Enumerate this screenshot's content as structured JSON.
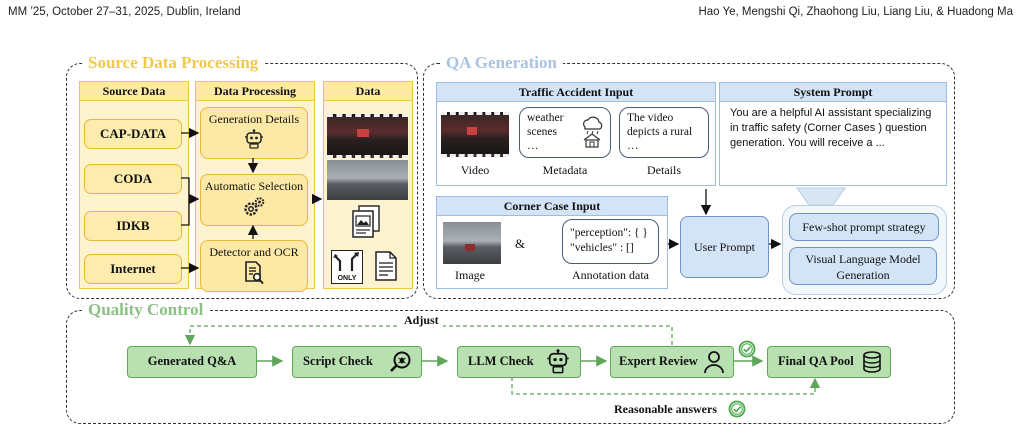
{
  "header": {
    "left": "MM ’25, October 27–31, 2025, Dublin, Ireland",
    "right": "Hao Ye, Mengshi Qi, Zhaohong Liu, Liang Liu, & Huadong Ma"
  },
  "source_processing": {
    "title": "Source Data Processing",
    "col_source": "Source Data",
    "col_processing": "Data Processing",
    "col_data": "Data",
    "sources": [
      "CAP-DATA",
      "CODA",
      "IDKB",
      "Internet"
    ],
    "steps": [
      "Generation Details",
      "Automatic Selection",
      "Detector and OCR"
    ],
    "sign_text": "ONLY"
  },
  "qa_generation": {
    "title": "QA Generation",
    "traffic_title": "Traffic Accident Input",
    "metadata_line1": "weather",
    "metadata_line2": "scenes",
    "metadata_line3": "…",
    "details_text": "The video depicts a rural …",
    "cap_video": "Video",
    "cap_metadata": "Metadata",
    "cap_details": "Details",
    "system_title": "System Prompt",
    "system_text": "You are a helpful AI assistant specializing in traffic safety (Corner Cases ) question generation. You will receive a ...",
    "corner_title": "Corner Case Input",
    "annotation_line1": "\"perception\": { }",
    "annotation_line2": "\"vehicles\" : []",
    "ampersand": "&",
    "cap_image": "Image",
    "cap_annotation": "Annotation data",
    "user_prompt": "User Prompt",
    "few_shot": "Few-shot prompt strategy",
    "vlm": "Visual Language Model Generation"
  },
  "quality_control": {
    "title": "Quality Control",
    "adjust": "Adjust",
    "steps": [
      "Generated Q&A",
      "Script Check",
      "LLM Check",
      "Expert Review",
      "Final QA Pool"
    ],
    "reasonable": "Reasonable answers"
  },
  "colors": {
    "yellow_title": "#f2c94c",
    "blue_title": "#a9c3e3",
    "green_title": "#8cc084",
    "arrow_green": "#5fa55a",
    "check_green": "#49a847"
  }
}
